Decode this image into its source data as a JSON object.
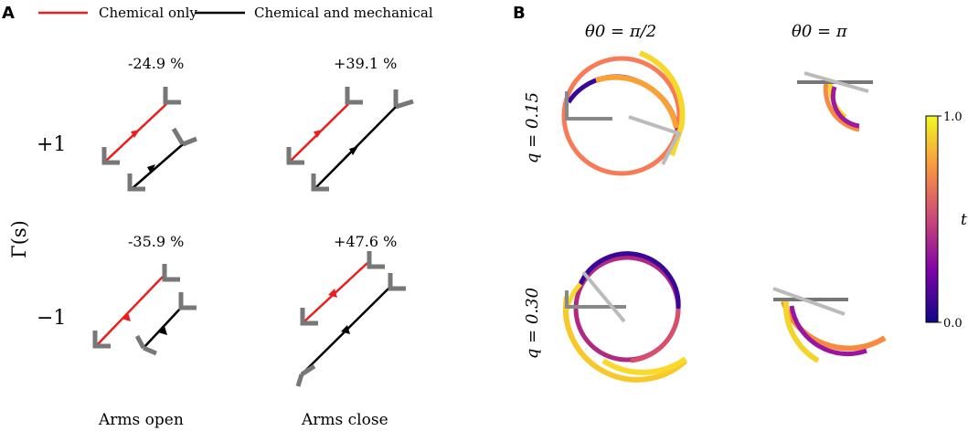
{
  "panelA": {
    "label": "A",
    "legend": {
      "chemical_only": "Chemical only",
      "chemical_and_mechanical": "Chemical and mechanical"
    },
    "y_axis_label": "Γ(s)",
    "rows": [
      "+1",
      "−1"
    ],
    "columns": [
      "Arms open",
      "Arms close"
    ],
    "percents": {
      "top_open": "-24.9 %",
      "top_close": "+39.1 %",
      "bottom_open": "-35.9 %",
      "bottom_close": "+47.6 %"
    }
  },
  "panelB": {
    "label": "B",
    "col_headers": [
      "θ0 = π/2",
      "θ0 = π"
    ],
    "row_headers": [
      "q = 0.15",
      "q = 0.30"
    ],
    "colorbar": {
      "label": "t",
      "min": "0.0",
      "max": "1.0",
      "colormap": "plasma"
    }
  },
  "colors": {
    "chemical_only": "#ee1c1c",
    "chemical_and_mechanical": "#000000",
    "arm": "#777777",
    "arm_light": "#bbbbbb"
  }
}
